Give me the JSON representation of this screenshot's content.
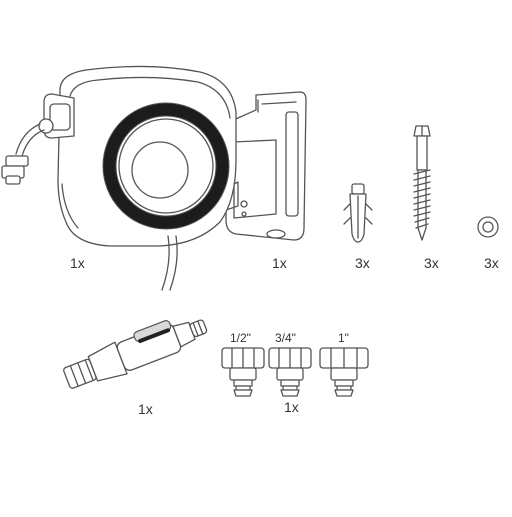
{
  "parts": {
    "reel_qty": "1x",
    "bracket_qty": "1x",
    "anchors_qty": "3x",
    "screws_qty": "3x",
    "washers_qty": "3x",
    "nozzle_qty": "1x",
    "adapters_qty": "1x"
  },
  "adapters": {
    "size_half": "1/2\"",
    "size_three_quarter": "3/4\"",
    "size_one": "1\""
  }
}
